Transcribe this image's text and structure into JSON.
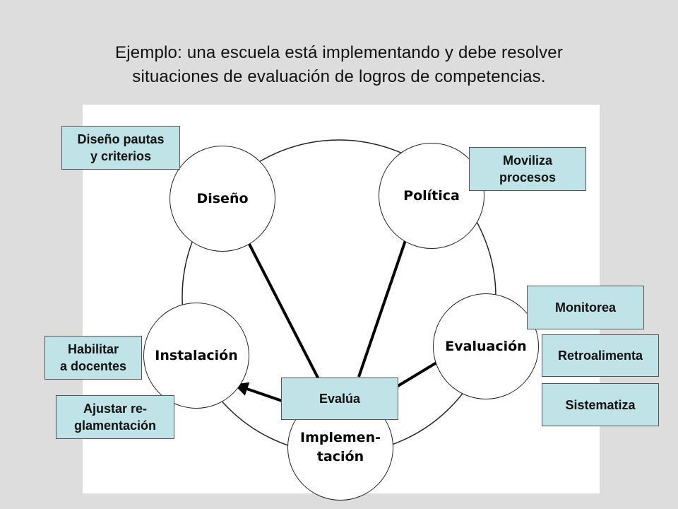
{
  "title": {
    "line1": "Ejemplo: una escuela está implementando y debe resolver",
    "line2": "situaciones de evaluación de logros de competencias."
  },
  "nodes": {
    "diseno": "Diseño",
    "politica": "Política",
    "instalacion": "Instalación",
    "evaluacion": "Evaluación",
    "implementacion_1": "Implemen-",
    "implementacion_2": "tación"
  },
  "labels": {
    "diseno_pautas_1": "Diseño pautas",
    "diseno_pautas_2": "y criterios",
    "moviliza_1": "Moviliza",
    "moviliza_2": "procesos",
    "habilitar_1": "Habilitar",
    "habilitar_2": "a docentes",
    "ajustar_1": "Ajustar re-",
    "ajustar_2": "glamentación",
    "monitorea": "Monitorea",
    "retroalimenta": "Retroalimenta",
    "sistematiza": "Sistematiza",
    "evalua": "Evalúa"
  },
  "colors": {
    "background": "#dddddd",
    "panel": "#ffffff",
    "label_box": "#bfe3e7",
    "stroke": "#000000"
  }
}
